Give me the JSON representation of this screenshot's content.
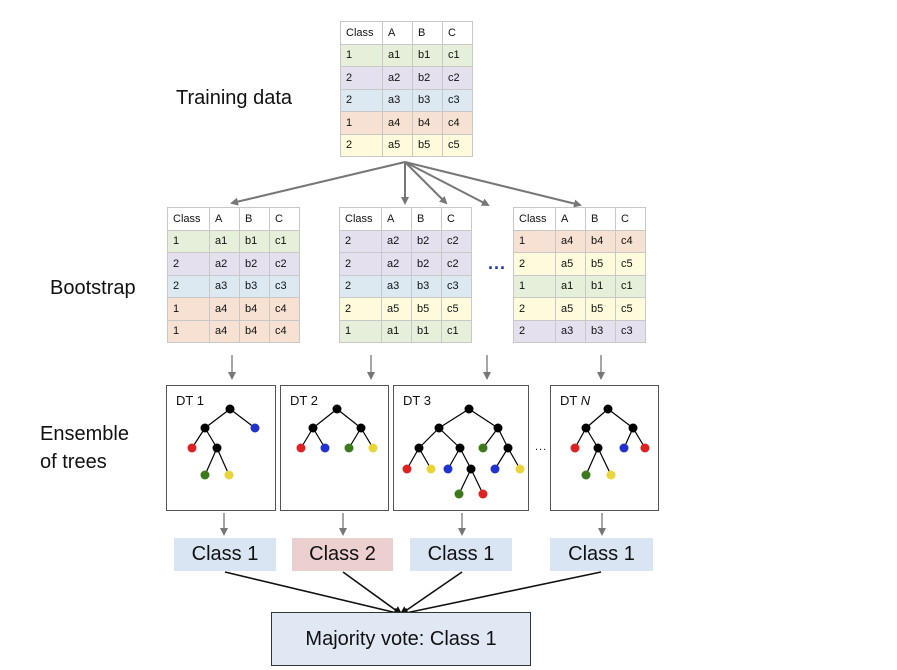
{
  "labels": {
    "training": "Training data",
    "bootstrap": "Bootstrap",
    "ensemble_line1": "Ensemble",
    "ensemble_line2": "of trees"
  },
  "headers": [
    "Class",
    "A",
    "B",
    "C"
  ],
  "colors": {
    "green": "#e6efd9",
    "purple": "#e5e0ee",
    "blue": "#dde9f0",
    "orange": "#f6e1d3",
    "yellow": "#fdfbdc",
    "class1_box": "#d9e5f3",
    "class2_box": "#ecd0cf",
    "vote_box": "#dfe8f3",
    "node_black": "#000000",
    "node_red": "#dd2222",
    "node_blue": "#2233cc",
    "node_green": "#3d7a1e",
    "node_yellow": "#ead43a",
    "ellipsis_blue": "#1f3c9e"
  },
  "training_table": [
    [
      "1",
      "a1",
      "b1",
      "c1",
      "green"
    ],
    [
      "2",
      "a2",
      "b2",
      "c2",
      "purple"
    ],
    [
      "2",
      "a3",
      "b3",
      "c3",
      "blue"
    ],
    [
      "1",
      "a4",
      "b4",
      "c4",
      "orange"
    ],
    [
      "2",
      "a5",
      "b5",
      "c5",
      "yellow"
    ]
  ],
  "bootstrap_tables": [
    [
      [
        "1",
        "a1",
        "b1",
        "c1",
        "green"
      ],
      [
        "2",
        "a2",
        "b2",
        "c2",
        "purple"
      ],
      [
        "2",
        "a3",
        "b3",
        "c3",
        "blue"
      ],
      [
        "1",
        "a4",
        "b4",
        "c4",
        "orange"
      ],
      [
        "1",
        "a4",
        "b4",
        "c4",
        "orange"
      ]
    ],
    [
      [
        "2",
        "a2",
        "b2",
        "c2",
        "purple"
      ],
      [
        "2",
        "a2",
        "b2",
        "c2",
        "purple"
      ],
      [
        "2",
        "a3",
        "b3",
        "c3",
        "blue"
      ],
      [
        "2",
        "a5",
        "b5",
        "c5",
        "yellow"
      ],
      [
        "1",
        "a1",
        "b1",
        "c1",
        "green"
      ]
    ],
    [
      [
        "1",
        "a4",
        "b4",
        "c4",
        "orange"
      ],
      [
        "2",
        "a5",
        "b5",
        "c5",
        "yellow"
      ],
      [
        "1",
        "a1",
        "b1",
        "c1",
        "green"
      ],
      [
        "2",
        "a5",
        "b5",
        "c5",
        "yellow"
      ],
      [
        "2",
        "a3",
        "b3",
        "c3",
        "purple"
      ]
    ]
  ],
  "ellipsis_bootstrap": "...",
  "ellipsis_trees": "...",
  "trees": [
    {
      "prefix": "DT 1",
      "suffix": ""
    },
    {
      "prefix": "DT 2",
      "suffix": ""
    },
    {
      "prefix": "DT 3",
      "suffix": ""
    },
    {
      "prefix": "DT ",
      "suffix": "N"
    }
  ],
  "predictions": [
    "Class 1",
    "Class 2",
    "Class 1",
    "Class 1"
  ],
  "majority_vote": "Majority vote: Class 1"
}
